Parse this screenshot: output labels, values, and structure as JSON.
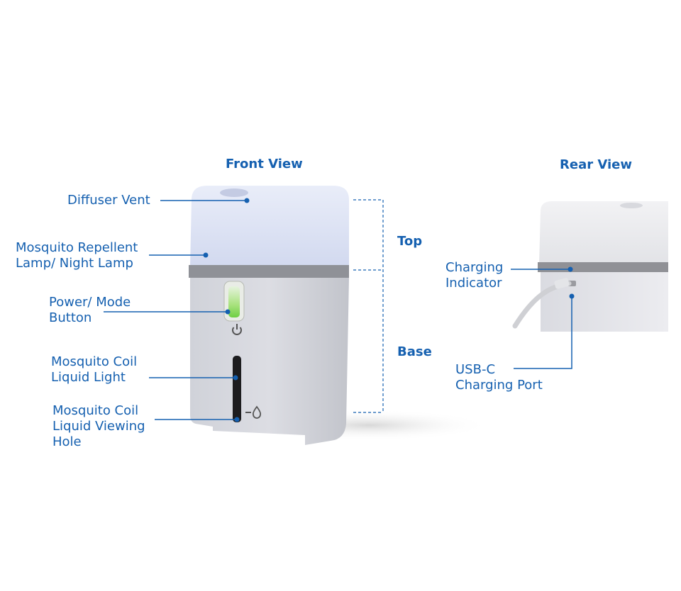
{
  "colors": {
    "accent": "#1560b0",
    "top_lamp": "#dde3f4",
    "base_body": "#c8cad2",
    "band": "#8e9096",
    "green_light": "#7fd45a"
  },
  "views": {
    "front_title": "Front View",
    "rear_title": "Rear View"
  },
  "sections": {
    "top": "Top",
    "base": "Base"
  },
  "front_labels": {
    "diffuser_vent": "Diffuser Vent",
    "lamp_line1": "Mosquito Repellent",
    "lamp_line2": "Lamp/ Night Lamp",
    "power_line1": "Power/ Mode",
    "power_line2": "Button",
    "coil_light_line1": "Mosquito Coil",
    "coil_light_line2": "Liquid Light",
    "viewing_line1": "Mosquito Coil",
    "viewing_line2": "Liquid Viewing",
    "viewing_line3": "Hole"
  },
  "rear_labels": {
    "charging_line1": "Charging",
    "charging_line2": "Indicator",
    "usb_line1": "USB-C",
    "usb_line2": "Charging Port"
  },
  "icons": {
    "power": "power-icon",
    "droplet": "droplet-icon"
  }
}
